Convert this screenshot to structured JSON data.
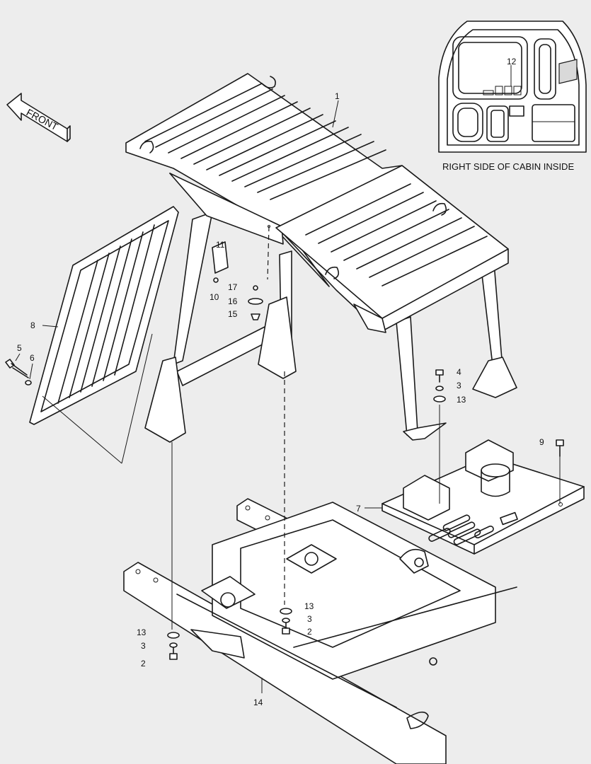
{
  "direction": {
    "text": "FRONT",
    "icon": "front-arrow-icon"
  },
  "inset": {
    "caption": "RIGHT SIDE OF CABIN INSIDE",
    "callout": "12"
  },
  "callouts": {
    "c1": "1",
    "c2a": "2",
    "c2b": "2",
    "c3a": "3",
    "c3b": "3",
    "c3c": "3",
    "c4": "4",
    "c5": "5",
    "c6": "6",
    "c7": "7",
    "c8": "8",
    "c9": "9",
    "c10": "10",
    "c11": "11",
    "c13a": "13",
    "c13b": "13",
    "c13c": "13",
    "c14": "14",
    "c15": "15",
    "c16": "16",
    "c17": "17"
  }
}
